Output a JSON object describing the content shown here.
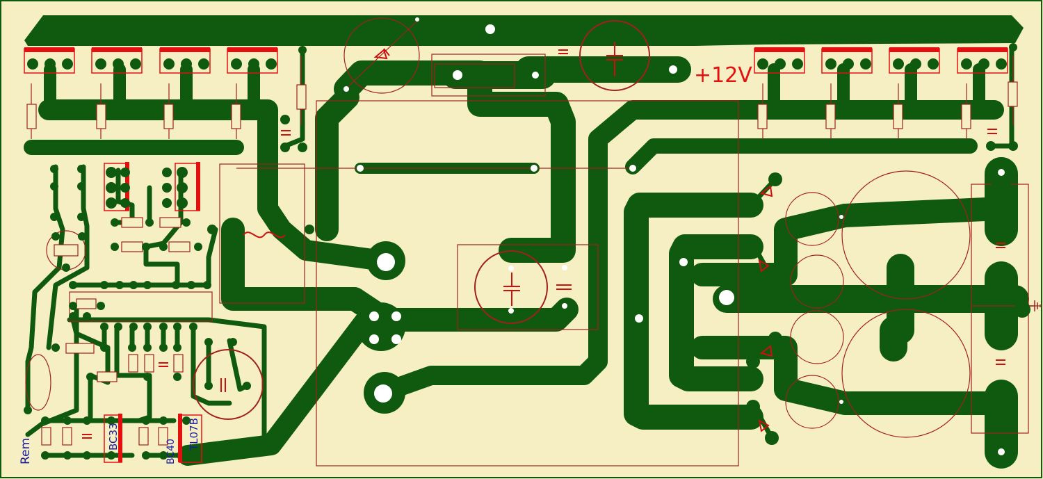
{
  "colors": {
    "board": "#f7efc4",
    "copper": "#0f5a0f",
    "silk": "#a02020",
    "highlight": "#e41010",
    "drill": "#ffffff",
    "text_blue": "#1a1aa0"
  },
  "labels": {
    "supply": "+12V",
    "remote": "Rem",
    "ic_left_a": "BC33",
    "ic_left_b": "BC40",
    "ic_right": "TL07B"
  },
  "icons": [
    "ground-icon",
    "capacitor-icon",
    "diode-icon",
    "resistor-icon",
    "transistor-icon",
    "inductor-icon"
  ]
}
